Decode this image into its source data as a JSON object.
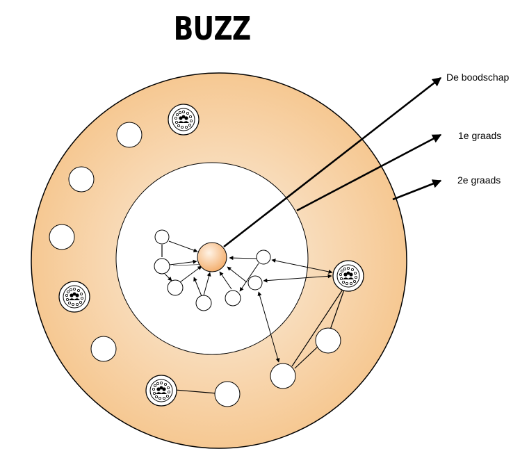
{
  "title": "BUZZ",
  "labels": {
    "message": "De boodschap",
    "first_degree": "1e graads",
    "second_degree": "2e graads"
  },
  "colors": {
    "outer_circle_gradient": [
      "#fbefe1",
      "#f6c892"
    ],
    "center_node_gradient": [
      "#fff3e6",
      "#f4b070"
    ],
    "node_fill": "#ffffff",
    "line": "#000000"
  },
  "icons": {
    "influencer_node": "person-cluster-icon"
  }
}
